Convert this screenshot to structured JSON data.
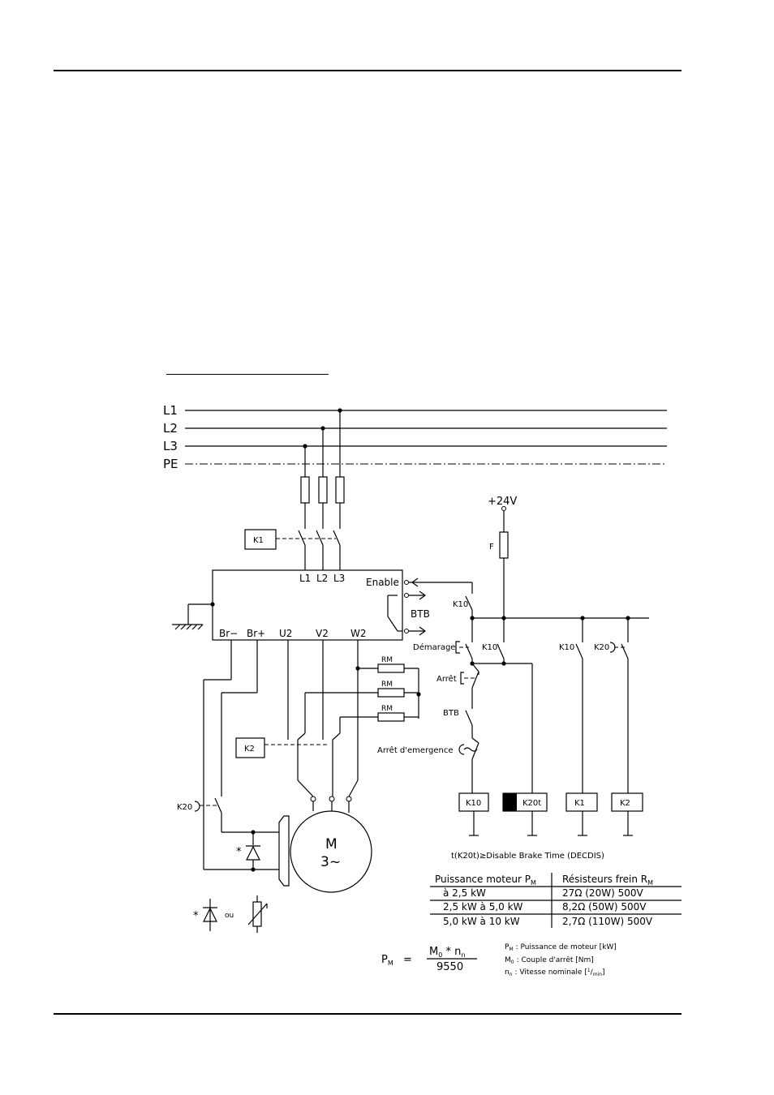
{
  "lines": {
    "l1": "L1",
    "l2": "L2",
    "l3": "L3",
    "pe": "PE"
  },
  "supply": {
    "v24": "+24V",
    "fuse_f": "F"
  },
  "drive": {
    "terms_top": [
      "L1",
      "L2",
      "L3"
    ],
    "enable": "Enable",
    "btb": "BTB",
    "terms_bottom": [
      "Br−",
      "Br+",
      "U2",
      "V2",
      "W2"
    ]
  },
  "relays": {
    "k1": "K1",
    "k2": "K2",
    "k10": "K10",
    "k20t": "K20t",
    "k20": "K20"
  },
  "resistors": [
    "RM",
    "RM",
    "RM"
  ],
  "controls": {
    "demarrage": "Démarage",
    "arret": "Arrêt",
    "btb": "BTB",
    "arret_urgence": "Arrêt d'emergence"
  },
  "motor": {
    "m": "M",
    "phase": "3~"
  },
  "diode_note": {
    "star": "*",
    "ou": "ou"
  },
  "timing_note": "t(K20t)≥Disable Brake Time (DECDIS)",
  "table": {
    "header_left": "Puissance moteur P",
    "header_left_sub": "M",
    "header_right": "Résisteurs frein R",
    "header_right_sub": "M",
    "rows": [
      {
        "power": "à 2,5 kW",
        "resistor": "27Ω (20W) 500V"
      },
      {
        "power": "2,5 kW à 5,0 kW",
        "resistor": "8,2Ω (50W) 500V"
      },
      {
        "power": "5,0 kW à 10 kW",
        "resistor": "2,7Ω (110W) 500V"
      }
    ]
  },
  "formula": {
    "lhs": "P",
    "lhs_sub": "M",
    "eq": "=",
    "num_a": "M",
    "num_a_sub": "0",
    "num_op": " * n",
    "num_b_sub": "n",
    "den": "9550"
  },
  "legend": [
    {
      "sym": "P",
      "sub": "M",
      "text": ": Puissance de moteur [kW]"
    },
    {
      "sym": "M",
      "sub": "0",
      "text": ": Couple d'arrêt [Nm]"
    },
    {
      "sym": "n",
      "sub": "n",
      "text": ": Vitesse nominale [",
      "unit_sup": "1",
      "unit_tail": "/",
      "unit_sub": "min",
      "close": "]"
    }
  ]
}
